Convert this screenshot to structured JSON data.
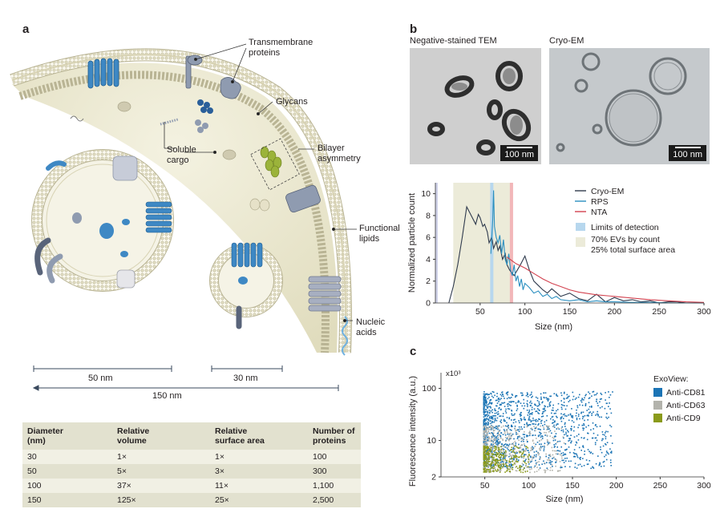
{
  "panels": {
    "a": "a",
    "b": "b",
    "c": "c"
  },
  "diagram_labels": {
    "transmembrane": "Transmembrane\nproteins",
    "glycans": "Glycans",
    "soluble_cargo": "Soluble\ncargo",
    "bilayer_asymmetry": "Bilayer\nasymmetry",
    "functional_lipids": "Functional\nlipids",
    "nucleic_acids": "Nucleic\nacids"
  },
  "scale_labels": {
    "nm50": "50 nm",
    "nm30": "30 nm",
    "nm150": "150 nm"
  },
  "table": {
    "headers": [
      "Diameter\n(nm)",
      "Relative\nvolume",
      "Relative\nsurface area",
      "Number of\nproteins"
    ],
    "rows": [
      [
        "30",
        "1×",
        "1×",
        "100"
      ],
      [
        "50",
        "5×",
        "3×",
        "300"
      ],
      [
        "100",
        "37×",
        "11×",
        "1,100"
      ],
      [
        "150",
        "125×",
        "25×",
        "2,500"
      ]
    ]
  },
  "micrographs": {
    "tem_title": "Negative-stained TEM",
    "cryo_title": "Cryo-EM",
    "tem_scale": "100 nm",
    "cryo_scale": "100 nm"
  },
  "colors": {
    "cryo": "#2f3a4d",
    "rps": "#2a8fc0",
    "nta": "#d2424f",
    "lod": "#b7d7ee",
    "band": "#ecebd9",
    "cd81": "#1b74b5",
    "cd63": "#b3b3ac",
    "cd9": "#8a9a1a",
    "membrane": "#e3dfc1"
  },
  "chart_data": [
    {
      "type": "line",
      "title": "",
      "xlabel": "Size (nm)",
      "ylabel": "Normalized particle count",
      "xlim": [
        0,
        300
      ],
      "ylim": [
        0,
        11
      ],
      "xticks": [
        50,
        100,
        150,
        200,
        250,
        300
      ],
      "yticks": [
        0,
        2,
        4,
        6,
        8,
        10
      ],
      "legend": [
        "Cryo-EM",
        "RPS",
        "NTA",
        "Limits of detection",
        "70% EVs by count\n25% total surface area"
      ],
      "limits_of_detection": [
        63,
        85
      ],
      "band_70pct": [
        20,
        85
      ],
      "series": [
        {
          "name": "Cryo-EM",
          "x": [
            15,
            20,
            25,
            30,
            35,
            40,
            45,
            48,
            50,
            53,
            55,
            58,
            60,
            63,
            65,
            68,
            70,
            72,
            75,
            78,
            80,
            83,
            85,
            88,
            90,
            95,
            100,
            105,
            110,
            115,
            120,
            125,
            130,
            140,
            150,
            160,
            170,
            180,
            190,
            200,
            210,
            220,
            230,
            240,
            250,
            260,
            270,
            280,
            290,
            300
          ],
          "values": [
            0,
            1.5,
            3.5,
            6.0,
            8.8,
            8.0,
            7.2,
            8.1,
            7.8,
            7.0,
            7.2,
            6.5,
            5.5,
            6.0,
            5.0,
            5.6,
            4.8,
            5.2,
            4.0,
            4.5,
            3.5,
            3.0,
            2.8,
            2.5,
            2.8,
            3.5,
            4.3,
            3.0,
            2.0,
            1.6,
            1.2,
            0.9,
            1.3,
            0.6,
            0.9,
            0.4,
            0.2,
            0.8,
            0.1,
            0.5,
            0.2,
            0.3,
            0.1,
            0.2,
            0,
            0.1,
            0.1,
            0,
            0,
            0
          ]
        },
        {
          "name": "RPS",
          "x": [
            62,
            64,
            65,
            66,
            68,
            70,
            72,
            74,
            76,
            78,
            80,
            82,
            84,
            86,
            88,
            90,
            92,
            94,
            96,
            98,
            100,
            105,
            110,
            115,
            120,
            125,
            130,
            135,
            140,
            150,
            160,
            170,
            180,
            190,
            200,
            220,
            240,
            260,
            280,
            300
          ],
          "values": [
            4.5,
            7.5,
            10.3,
            7.0,
            6.0,
            5.5,
            6.2,
            4.5,
            5.8,
            4.0,
            3.5,
            4.5,
            3.0,
            2.5,
            3.5,
            2.0,
            2.5,
            1.5,
            2.2,
            1.2,
            1.8,
            1.4,
            0.9,
            1.1,
            0.6,
            0.8,
            0.4,
            0.6,
            0.3,
            0.2,
            0.3,
            0.1,
            0.2,
            0.1,
            0.1,
            0.05,
            0.05,
            0,
            0,
            0
          ]
        },
        {
          "name": "NTA",
          "x": [
            80,
            85,
            90,
            95,
            100,
            110,
            120,
            130,
            140,
            150,
            160,
            180,
            200,
            220,
            240,
            260,
            280,
            300
          ],
          "values": [
            4.2,
            3.9,
            3.6,
            3.4,
            3.2,
            2.7,
            2.2,
            1.8,
            1.5,
            1.2,
            1.0,
            0.75,
            0.6,
            0.45,
            0.3,
            0.2,
            0.1,
            0.05
          ]
        }
      ]
    },
    {
      "type": "scatter",
      "title": "",
      "xlabel": "Size (nm)",
      "ylabel": "Fluorescence intensity (a.u.)",
      "ylabel_multiplier": "x10³",
      "xlim": [
        0,
        300
      ],
      "ylim": [
        2,
        200
      ],
      "yscale": "log",
      "xticks": [
        50,
        100,
        150,
        200,
        250,
        300
      ],
      "yticks": [
        2,
        10,
        100
      ],
      "legend_title": "ExoView:",
      "series": [
        {
          "name": "Anti-CD81",
          "x_range": [
            48,
            195
          ],
          "y_range": [
            3,
            90
          ]
        },
        {
          "name": "Anti-CD63",
          "x_range": [
            48,
            140
          ],
          "y_range": [
            2.5,
            20
          ]
        },
        {
          "name": "Anti-CD9",
          "x_range": [
            48,
            100
          ],
          "y_range": [
            2.5,
            8
          ]
        }
      ]
    }
  ]
}
